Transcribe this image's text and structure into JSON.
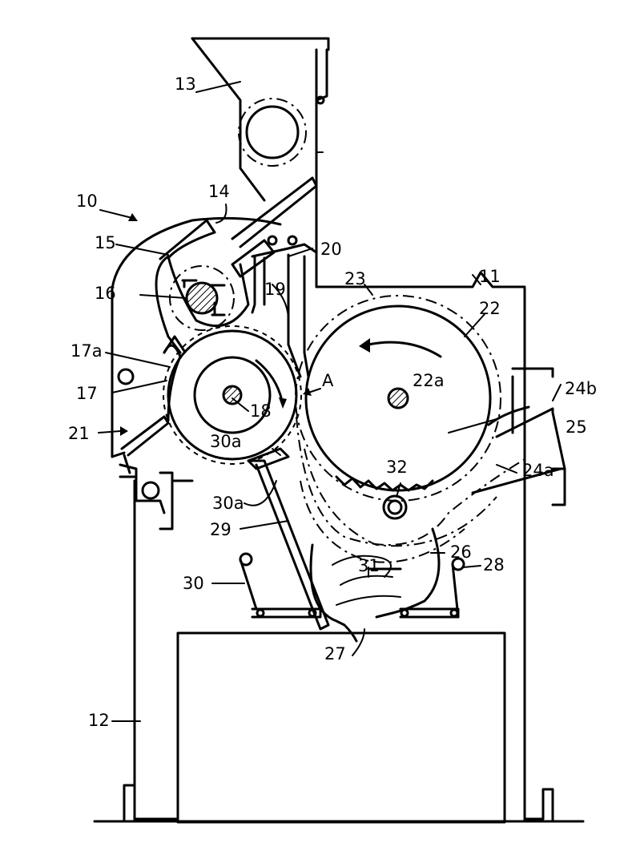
{
  "labels": {
    "l10": "10",
    "l11": "11",
    "l12": "12",
    "l13": "13",
    "l14": "14",
    "l15": "15",
    "l16": "16",
    "l17": "17",
    "l17a": "17a",
    "l18": "18",
    "l19": "19",
    "l20": "20",
    "l21": "21",
    "l22": "22",
    "l22a": "22a",
    "l23": "23",
    "l24a": "24a",
    "l24b": "24b",
    "l25": "25",
    "l26": "26",
    "l27": "27",
    "l28": "28",
    "l29": "29",
    "l30": "30",
    "l30a_top": "30a",
    "l30a_low": "30a",
    "l31": "31",
    "l32": "32",
    "lA": "A"
  }
}
